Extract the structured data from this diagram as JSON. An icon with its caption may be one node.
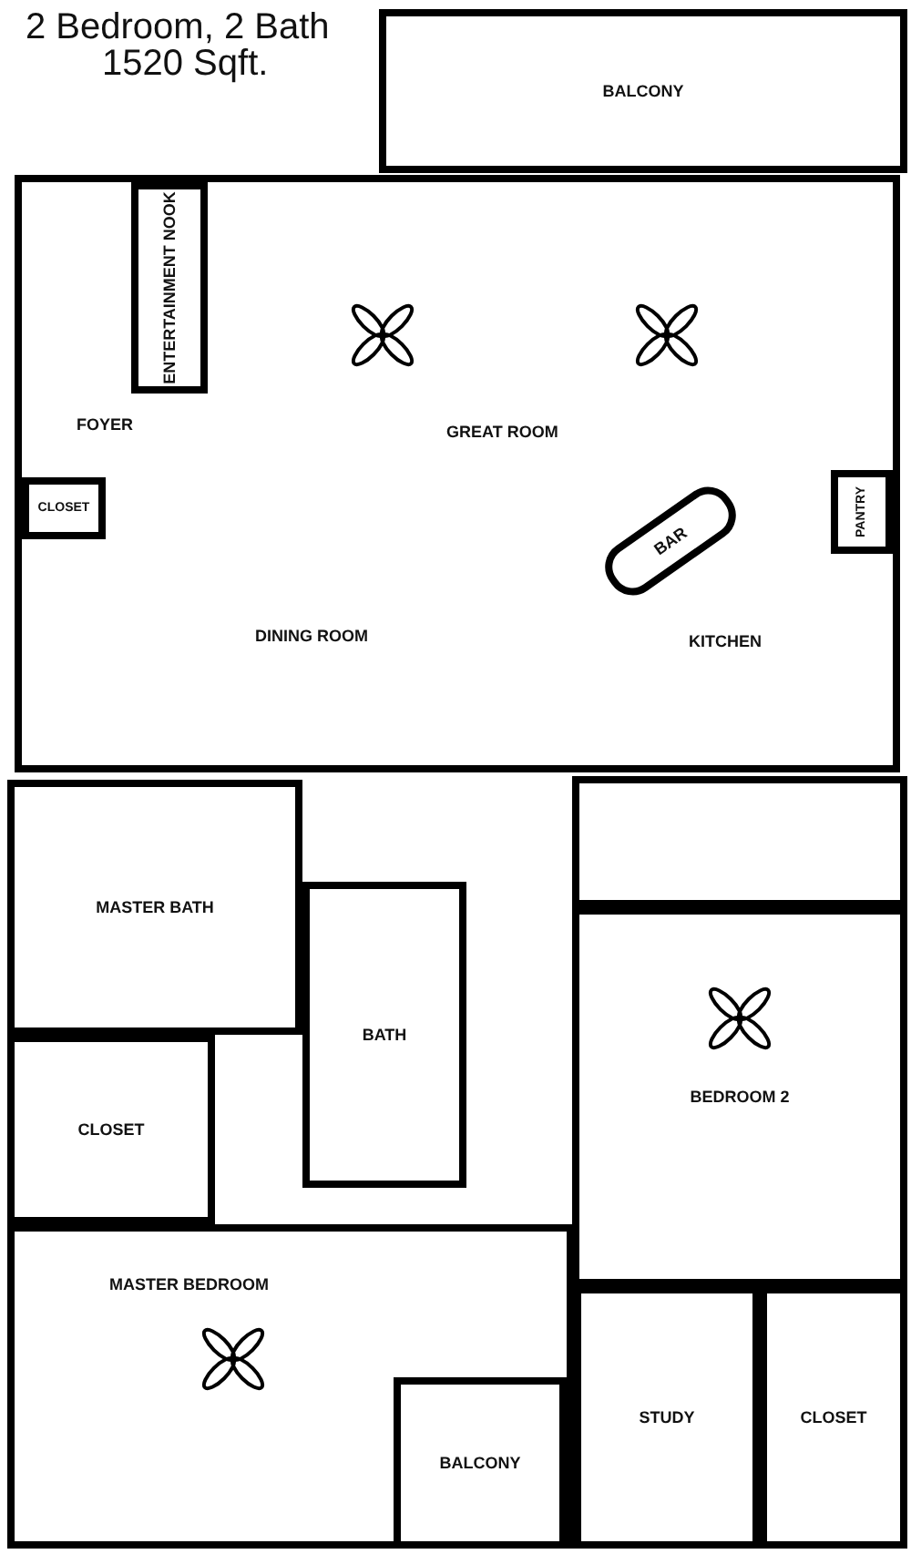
{
  "diagram": {
    "title": "2 Bedroom, 2 Bath",
    "nodes": [
      {
        "text": [
          "BALCONY"
        ]
      },
      {
        "text": [
          "ENTERTAINMENT NOOK"
        ],
        "in": 2
      },
      {
        "text": [
          "GREAT ROOM"
        ]
      },
      {
        "text": [
          "CLOSET"
        ],
        "in": 2
      },
      {
        "text": [
          "BAR"
        ],
        "in": 2
      },
      {
        "text": [
          "PANTRY"
        ],
        "in": 2
      },
      {
        "text": [
          "MASTER BATH"
        ]
      },
      {
        "text": [
          "BATH"
        ]
      },
      {
        "text": [
          "BEDROOM 2"
        ]
      },
      {
        "text": [
          "CLOSET"
        ]
      },
      {
        "text": [
          "MASTER BEDROOM"
        ]
      },
      {
        "text": [
          "BALCONY"
        ],
        "in": 10
      },
      {
        "text": [
          "STUDY"
        ]
      },
      {
        "text": [
          "CLOSET"
        ]
      },
      {
        "text": [],
        "shape": "box"
      }
    ],
    "edges": [],
    "labels": [
      "1520 Sqft.",
      "FOYER",
      "DINING ROOM",
      "KITCHEN"
    ]
  }
}
